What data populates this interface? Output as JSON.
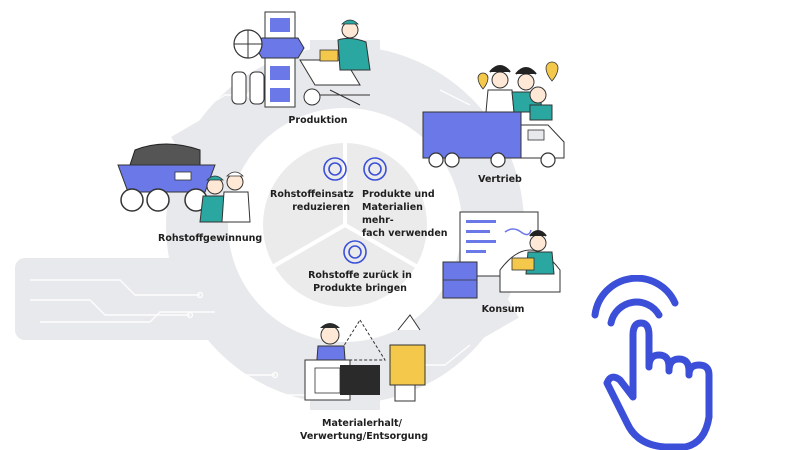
{
  "stages": {
    "produktion": "Produktion",
    "vertrieb": "Vertrieb",
    "konsum": "Konsum",
    "materialerhalt_line1": "Materialerhalt/",
    "materialerhalt_line2": "Verwertung/Entsorgung",
    "rohstoffgewinnung": "Rohstoffgewinnung"
  },
  "strategies": {
    "reduce": "Rohstoffeinsatz\nreduzieren",
    "reuse": "Produkte und\nMaterialien mehr-\nfach verwenden",
    "return": "Rohstoffe zurück in\nProdukte bringen"
  },
  "colors": {
    "accent": "#3b4fd8",
    "ring": "#e8e9ec",
    "inner_disc": "#ebebeb",
    "illustration_blue": "#6b78e8",
    "teal": "#2aa7a0"
  },
  "icons": [
    "gear-icon",
    "pointing-hand-icon",
    "recycle-icon"
  ]
}
